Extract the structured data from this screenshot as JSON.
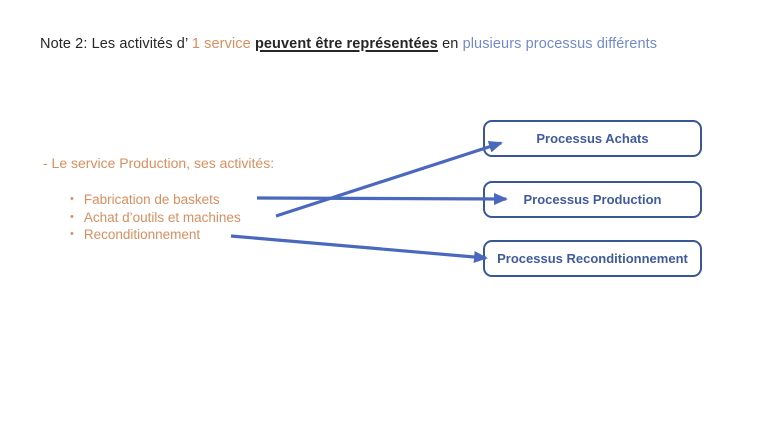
{
  "colors": {
    "orange": "#D98E5F",
    "title-blue": "#7289CC",
    "navy-border": "#3A5795",
    "navy-text": "#3F5B9E",
    "arrow-blue": "#4A68BD",
    "ink": "#262626"
  },
  "title": {
    "prefix": "Note 2: Les activités d’ ",
    "highlight_service": "1 service ",
    "emphasis": "peuvent être représentées",
    "connector": " en ",
    "highlight_processes": "plusieurs processus différents"
  },
  "activities": {
    "heading": "- Le service Production, ses activités:",
    "bullet": "•",
    "items": [
      "Fabrication de baskets",
      "Achat d’outils et machines",
      "Reconditionnement"
    ]
  },
  "processes": [
    {
      "label": "Processus Achats"
    },
    {
      "label": "Processus Production"
    },
    {
      "label": "Processus Reconditionnement"
    }
  ],
  "connections": [
    {
      "from": "Fabrication de baskets",
      "to": "Processus Production"
    },
    {
      "from": "Achat d’outils et machines",
      "to": "Processus Achats"
    },
    {
      "from": "Reconditionnement",
      "to": "Processus Reconditionnement"
    }
  ]
}
